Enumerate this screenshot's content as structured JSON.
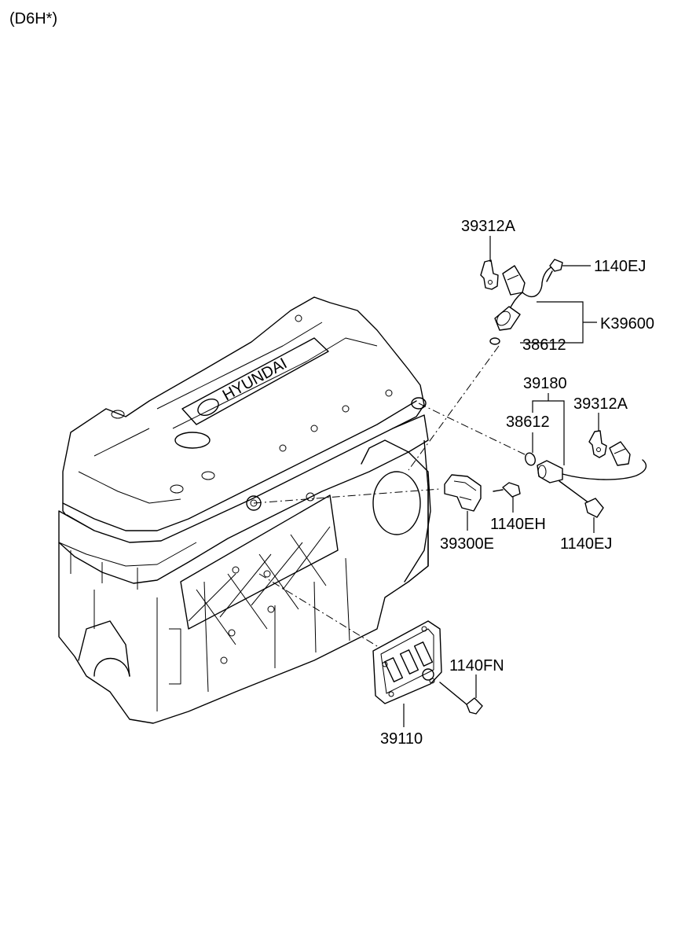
{
  "header": {
    "variant_code": "(D6H*)"
  },
  "engine": {
    "logo_text": "HYUNDAI"
  },
  "labels": {
    "p39312A_top": "39312A",
    "p1140EJ_top": "1140EJ",
    "pK39600": "K39600",
    "p38612_top": "38612",
    "p39180": "39180",
    "p38612_mid": "38612",
    "p39312A_mid": "39312A",
    "p1140EH": "1140EH",
    "p39300E": "39300E",
    "p1140EJ_mid": "1140EJ",
    "p1140FN": "1140FN",
    "p39110": "39110"
  }
}
